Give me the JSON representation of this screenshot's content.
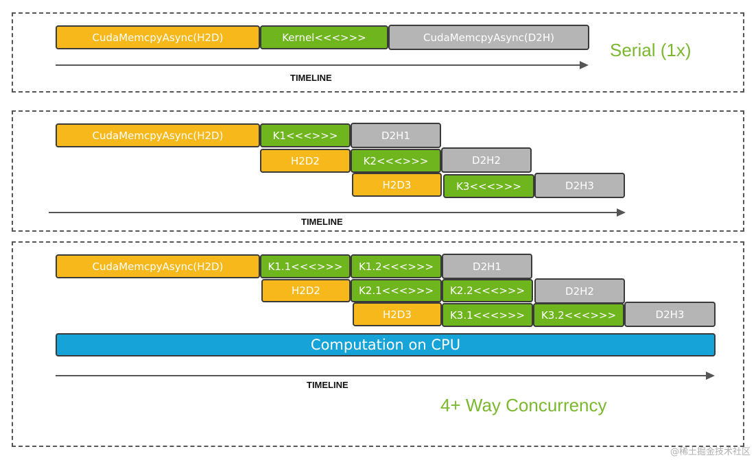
{
  "colors": {
    "copy_h2d": "#f7b81b",
    "kernel": "#6fb51e",
    "copy_d2h": "#b5b5b5",
    "cpu": "#15a3d8",
    "caption": "#7cb82f",
    "border": "#555555"
  },
  "panel1": {
    "caption": "Serial (1x)",
    "timeline": "TIMELINE",
    "blocks": [
      "CudaMemcpyAsync(H2D)",
      "Kernel<<<>>>",
      "CudaMemcpyAsync(D2H)"
    ]
  },
  "panel2": {
    "timeline": "TIMELINE",
    "row1": [
      "CudaMemcpyAsync(H2D)",
      "K1<<<>>>",
      "D2H1"
    ],
    "row2": [
      "H2D2",
      "K2<<<>>>",
      "D2H2"
    ],
    "row3": [
      "H2D3",
      "K3<<<>>>",
      "D2H3"
    ]
  },
  "panel3": {
    "caption": "4+ Way Concurrency",
    "timeline": "TIMELINE",
    "row1": [
      "CudaMemcpyAsync(H2D)",
      "K1.1<<<>>>",
      "K1.2<<<>>>",
      "D2H1"
    ],
    "row2": [
      "H2D2",
      "K2.1<<<>>>",
      "K2.2<<<>>>",
      "D2H2"
    ],
    "row3": [
      "H2D3",
      "K3.1<<<>>>",
      "K3.2<<<>>>",
      "D2H3"
    ],
    "cpu": "Computation on CPU"
  },
  "watermark": "@稀土掘金技术社区"
}
